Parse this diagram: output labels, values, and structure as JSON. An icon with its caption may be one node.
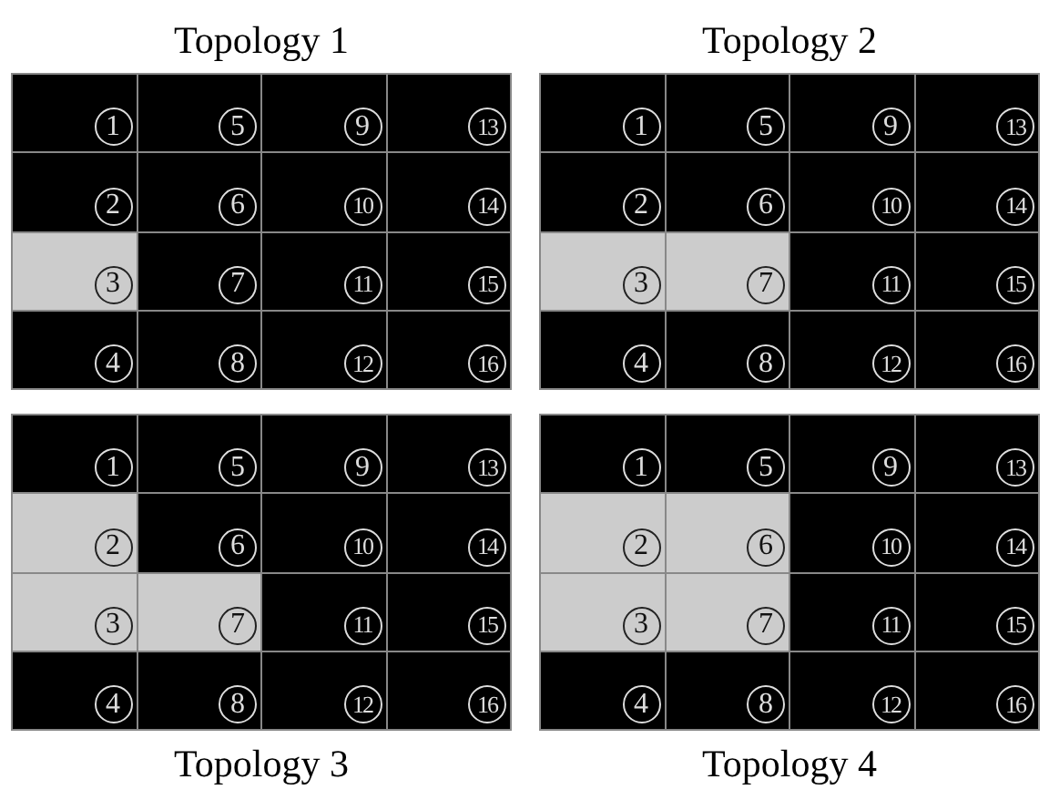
{
  "diagram": {
    "nodes": [
      {
        "text": [
          "Topology 1"
        ]
      },
      {
        "text": [
          "1"
        ],
        "in": 0
      },
      {
        "text": [
          "2"
        ],
        "in": 0
      },
      {
        "text": [
          "3"
        ],
        "in": 0
      },
      {
        "text": [
          "4"
        ],
        "in": 0
      },
      {
        "text": [
          "5"
        ],
        "in": 0
      },
      {
        "text": [
          "6"
        ],
        "in": 0
      },
      {
        "text": [
          "7"
        ],
        "in": 0
      },
      {
        "text": [
          "8"
        ],
        "in": 0
      },
      {
        "text": [
          "9"
        ],
        "in": 0
      },
      {
        "text": [
          "10"
        ],
        "in": 0
      },
      {
        "text": [
          "11"
        ],
        "in": 0
      },
      {
        "text": [
          "12"
        ],
        "in": 0
      },
      {
        "text": [
          "13"
        ],
        "in": 0
      },
      {
        "text": [
          "14"
        ],
        "in": 0
      },
      {
        "text": [
          "15"
        ],
        "in": 0
      },
      {
        "text": [
          "16"
        ],
        "in": 0
      },
      {
        "text": [
          "Topology 2"
        ]
      },
      {
        "text": [
          "1"
        ],
        "in": 17
      },
      {
        "text": [
          "2"
        ],
        "in": 17
      },
      {
        "text": [
          "3"
        ],
        "in": 17
      },
      {
        "text": [
          "4"
        ],
        "in": 17
      },
      {
        "text": [
          "5"
        ],
        "in": 17
      },
      {
        "text": [
          "6"
        ],
        "in": 17
      },
      {
        "text": [
          "7"
        ],
        "in": 17
      },
      {
        "text": [
          "8"
        ],
        "in": 17
      },
      {
        "text": [
          "9"
        ],
        "in": 17
      },
      {
        "text": [
          "10"
        ],
        "in": 17
      },
      {
        "text": [
          "11"
        ],
        "in": 17
      },
      {
        "text": [
          "12"
        ],
        "in": 17
      },
      {
        "text": [
          "13"
        ],
        "in": 17
      },
      {
        "text": [
          "14"
        ],
        "in": 17
      },
      {
        "text": [
          "15"
        ],
        "in": 17
      },
      {
        "text": [
          "16"
        ],
        "in": 17
      },
      {
        "text": [
          "Topology 3"
        ]
      },
      {
        "text": [
          "1"
        ],
        "in": 34
      },
      {
        "text": [
          "2"
        ],
        "in": 34
      },
      {
        "text": [
          "3"
        ],
        "in": 34
      },
      {
        "text": [
          "4"
        ],
        "in": 34
      },
      {
        "text": [
          "5"
        ],
        "in": 34
      },
      {
        "text": [
          "6"
        ],
        "in": 34
      },
      {
        "text": [
          "7"
        ],
        "in": 34
      },
      {
        "text": [
          "8"
        ],
        "in": 34
      },
      {
        "text": [
          "9"
        ],
        "in": 34
      },
      {
        "text": [
          "10"
        ],
        "in": 34
      },
      {
        "text": [
          "11"
        ],
        "in": 34
      },
      {
        "text": [
          "12"
        ],
        "in": 34
      },
      {
        "text": [
          "13"
        ],
        "in": 34
      },
      {
        "text": [
          "14"
        ],
        "in": 34
      },
      {
        "text": [
          "15"
        ],
        "in": 34
      },
      {
        "text": [
          "16"
        ],
        "in": 34
      },
      {
        "text": [
          "Topology 4"
        ]
      },
      {
        "text": [
          "1"
        ],
        "in": 51
      },
      {
        "text": [
          "2"
        ],
        "in": 51
      },
      {
        "text": [
          "3"
        ],
        "in": 51
      },
      {
        "text": [
          "4"
        ],
        "in": 51
      },
      {
        "text": [
          "5"
        ],
        "in": 51
      },
      {
        "text": [
          "6"
        ],
        "in": 51
      },
      {
        "text": [
          "7"
        ],
        "in": 51
      },
      {
        "text": [
          "8"
        ],
        "in": 51
      },
      {
        "text": [
          "9"
        ],
        "in": 51
      },
      {
        "text": [
          "10"
        ],
        "in": 51
      },
      {
        "text": [
          "11"
        ],
        "in": 51
      },
      {
        "text": [
          "12"
        ],
        "in": 51
      },
      {
        "text": [
          "13"
        ],
        "in": 51
      },
      {
        "text": [
          "14"
        ],
        "in": 51
      },
      {
        "text": [
          "15"
        ],
        "in": 51
      },
      {
        "text": [
          "16"
        ],
        "in": 51
      }
    ]
  }
}
